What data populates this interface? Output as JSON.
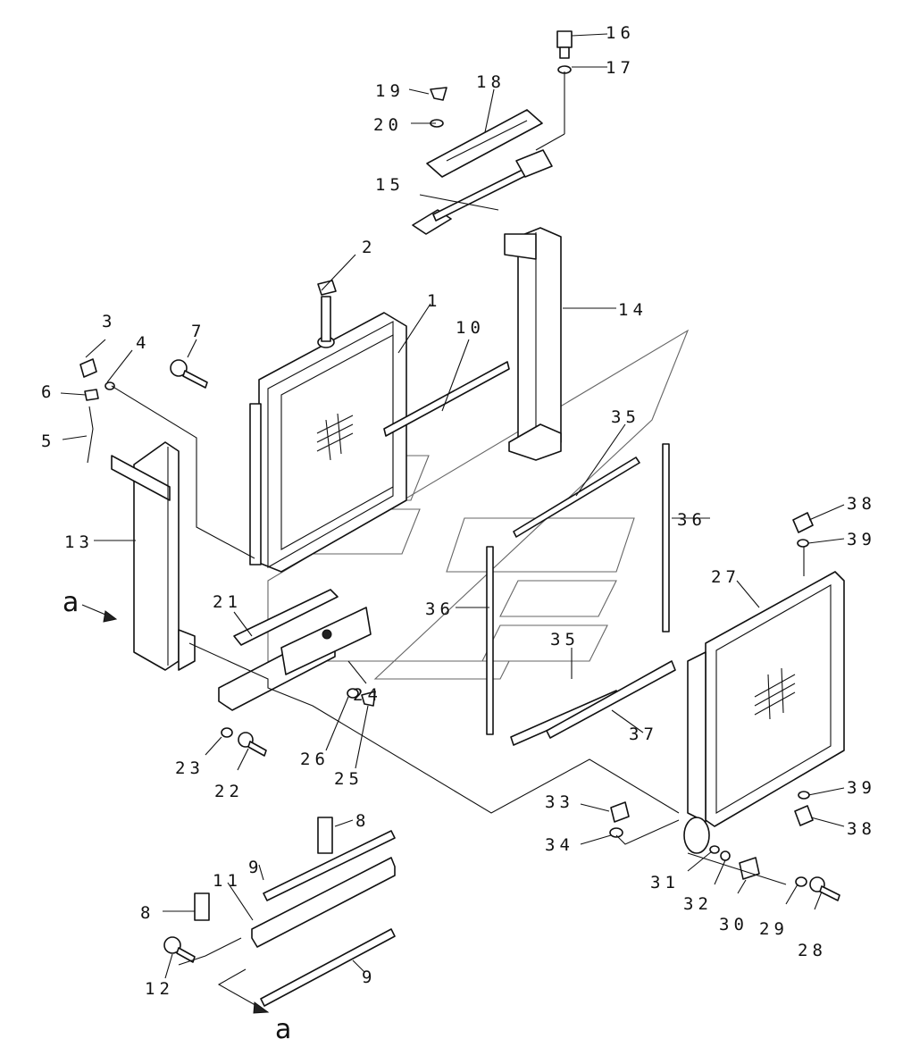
{
  "diagram": {
    "labels": {
      "l1": "1",
      "l2": "2",
      "l3": "3",
      "l4": "4",
      "l5": "5",
      "l6": "6",
      "l7": "7",
      "l8a": "8",
      "l8b": "8",
      "l9a": "9",
      "l9b": "9",
      "l10": "10",
      "l11": "11",
      "l12": "12",
      "l13": "13",
      "l14": "14",
      "l15": "15",
      "l16": "16",
      "l17": "17",
      "l18": "18",
      "l19": "19",
      "l20": "20",
      "l21": "21",
      "l22": "22",
      "l23": "23",
      "l24": "24",
      "l25": "25",
      "l26": "26",
      "l27": "27",
      "l28": "28",
      "l29": "29",
      "l30": "30",
      "l31": "31",
      "l32": "32",
      "l33": "33",
      "l34": "34",
      "l35a": "35",
      "l35b": "35",
      "l36a": "36",
      "l36b": "36",
      "l37": "37",
      "l38a": "38",
      "l38b": "38",
      "l39a": "39",
      "l39b": "39"
    },
    "view_markers": {
      "top": "a",
      "bottom": "a"
    }
  }
}
